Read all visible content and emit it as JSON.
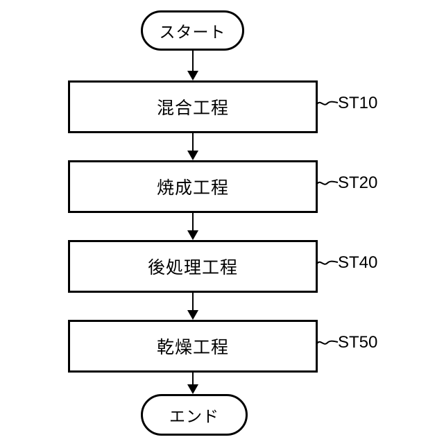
{
  "diagram": {
    "type": "flowchart",
    "orientation": "top-down",
    "start_label": "スタート",
    "end_label": "エンド",
    "steps": [
      {
        "title": "混合工程",
        "tag": "ST10"
      },
      {
        "title": "焼成工程",
        "tag": "ST20"
      },
      {
        "title": "後処理工程",
        "tag": "ST40"
      },
      {
        "title": "乾燥工程",
        "tag": "ST50"
      }
    ],
    "colors": {
      "stroke": "#000000",
      "fill": "#ffffff",
      "text": "#000000"
    }
  }
}
